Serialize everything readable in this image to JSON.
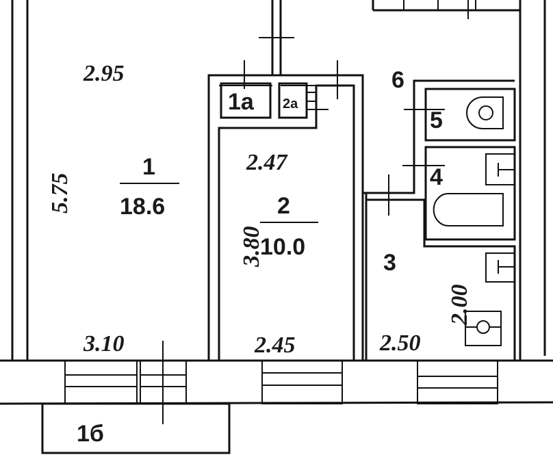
{
  "plan": {
    "room1": {
      "number": "1",
      "area": "18.6",
      "width_top": "2.95",
      "length": "5.75",
      "width_bottom": "3.10"
    },
    "room1a": {
      "number": "1a"
    },
    "room2a": {
      "number": "2a"
    },
    "room2": {
      "number": "2",
      "area": "10.0",
      "width_top": "2.47",
      "length": "3.80",
      "width_bottom": "2.45"
    },
    "room3": {
      "number": "3",
      "length": "2.00",
      "width_bottom": "2.50"
    },
    "room4": {
      "number": "4"
    },
    "room5": {
      "number": "5"
    },
    "room6": {
      "number": "6"
    },
    "balcony": {
      "number": "1б"
    }
  }
}
